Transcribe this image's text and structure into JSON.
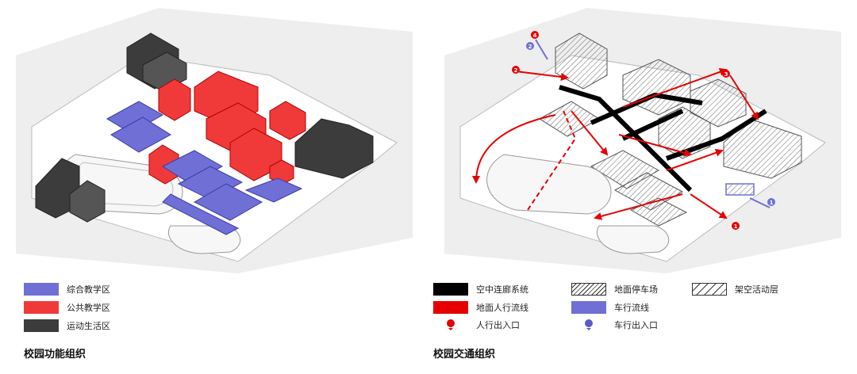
{
  "left": {
    "caption": "校园功能组织",
    "legend": [
      {
        "label": "综合教学区",
        "color": "#6f6fd6"
      },
      {
        "label": "公共教学区",
        "color": "#f03a3a"
      },
      {
        "label": "运动生活区",
        "color": "#3c3c3c"
      }
    ]
  },
  "right": {
    "caption": "校园交通组织",
    "legend": {
      "corridor": {
        "label": "空中连廊系统",
        "color": "#000000"
      },
      "pedestrian": {
        "label": "地面人行流线",
        "color": "#e60000"
      },
      "ped_entrance": {
        "label": "人行出入口",
        "icon": "red-pin-icon"
      },
      "parking": {
        "label": "地面停车场",
        "pattern": "hatch"
      },
      "vehicle": {
        "label": "车行流线",
        "color": "#6f6fd6"
      },
      "veh_entrance": {
        "label": "车行出入口",
        "icon": "blue-pin-icon"
      },
      "overhead": {
        "label": "架空活动层",
        "pattern": "hatch-wide"
      }
    },
    "markers": {
      "ped_1": "1",
      "ped_3": "3",
      "ped_2": "2",
      "veh_1": "1",
      "veh_2": "2",
      "ped_4": "4"
    }
  }
}
